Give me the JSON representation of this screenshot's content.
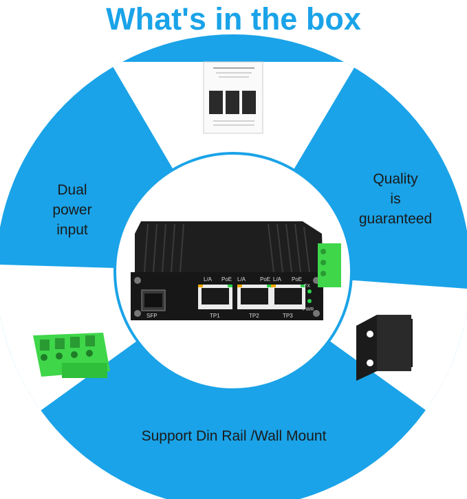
{
  "title": "What's in the box",
  "labels": {
    "dual_power": [
      "Dual",
      "power",
      "input"
    ],
    "quality": [
      "Quality",
      "is",
      "guaranteed"
    ],
    "mount": "Support Din Rail /Wall Mount"
  },
  "device": {
    "port_labels": [
      "L/A",
      "PoE",
      "L/A",
      "PoE",
      "L/A",
      "PoE"
    ],
    "sfp": "SFP",
    "tp1": "TP1",
    "tp2": "TP2",
    "tp3": "TP3",
    "fx": "FX",
    "pwr": "PWR"
  },
  "colors": {
    "blue": "#1aa3e8",
    "terminal_green": "#3fd64a",
    "device_black": "#1e1e1e"
  }
}
